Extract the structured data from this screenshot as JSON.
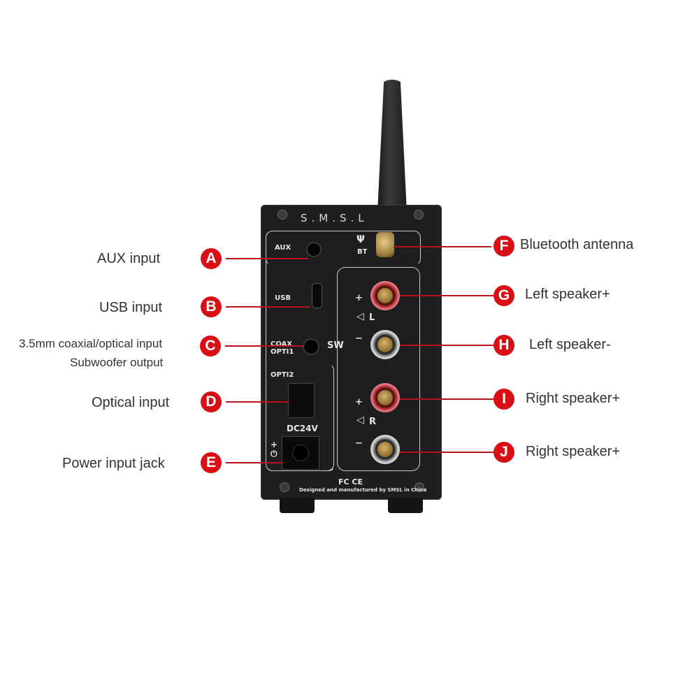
{
  "device": {
    "brand": "S.M.S.L",
    "silkscreen": {
      "aux": "AUX",
      "bt": "BT",
      "usb": "USB",
      "coax": "COAX",
      "opti1": "OPTI1",
      "sw": "SW",
      "opti2": "OPTI2",
      "dc": "DC24V",
      "left_channel": "L",
      "right_channel": "R",
      "plus": "+",
      "minus": "−",
      "certs": "FC CE",
      "footer": "Designed and manufactured by SMSL in China"
    }
  },
  "callouts": {
    "left": [
      {
        "letter": "A",
        "label": "AUX input"
      },
      {
        "letter": "B",
        "label": "USB input"
      },
      {
        "letter": "C",
        "label": "3.5mm coaxial/optical input",
        "sublabel": "Subwoofer output"
      },
      {
        "letter": "D",
        "label": "Optical input"
      },
      {
        "letter": "E",
        "label": "Power input jack"
      }
    ],
    "right": [
      {
        "letter": "F",
        "label": "Bluetooth antenna"
      },
      {
        "letter": "G",
        "label": "Left speaker+"
      },
      {
        "letter": "H",
        "label": "Left speaker-"
      },
      {
        "letter": "I",
        "label": "Right speaker+"
      },
      {
        "letter": "J",
        "label": "Right speaker+"
      }
    ]
  },
  "colors": {
    "badge": "#d90f16",
    "leader": "#b5121b",
    "device_body": "#1e1e20",
    "text": "#333333"
  }
}
